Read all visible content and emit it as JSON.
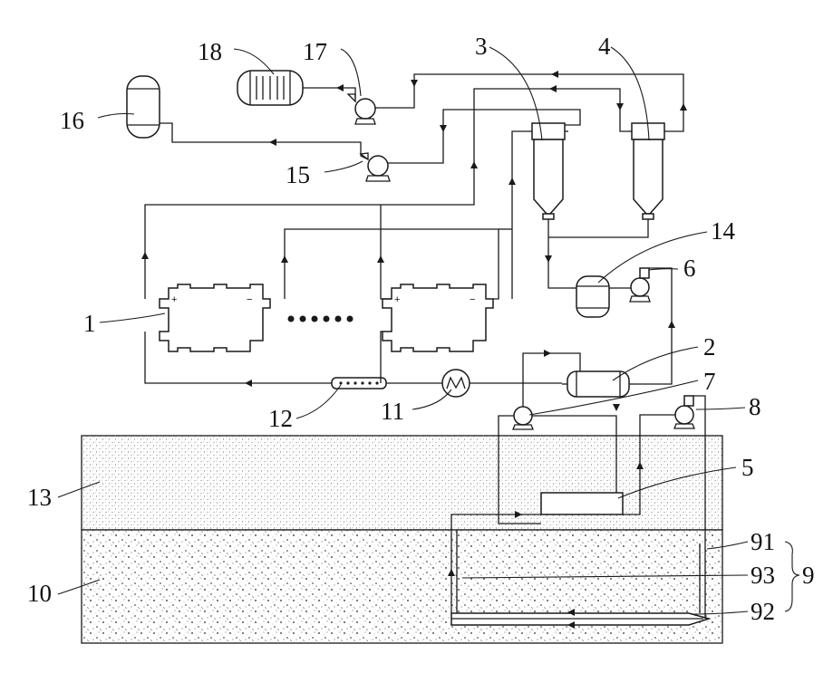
{
  "labels": {
    "l1": "1",
    "l2": "2",
    "l3": "3",
    "l4": "4",
    "l5": "5",
    "l6": "6",
    "l7": "7",
    "l8": "8",
    "l9": "9",
    "l10": "10",
    "l11": "11",
    "l12": "12",
    "l13": "13",
    "l14": "14",
    "l15": "15",
    "l16": "16",
    "l17": "17",
    "l18": "18",
    "l91": "91",
    "l92": "92",
    "l93": "93"
  },
  "symbols": {
    "plus": "+",
    "minus": "−"
  },
  "colors": {
    "line": "#1a1a1a",
    "background": "#ffffff"
  }
}
